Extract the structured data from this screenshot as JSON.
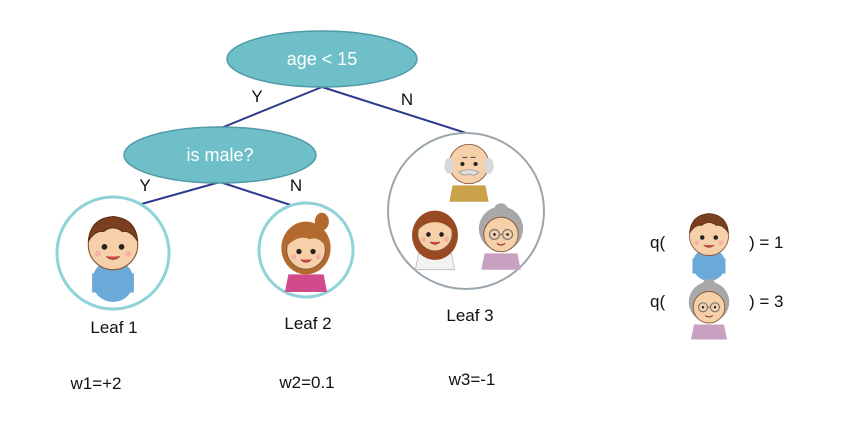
{
  "tree": {
    "root": {
      "condition": "age < 15",
      "yes_label": "Y",
      "no_label": "N"
    },
    "child": {
      "condition": "is male?",
      "yes_label": "Y",
      "no_label": "N"
    }
  },
  "leaves": [
    {
      "label": "Leaf 1",
      "weight": "w1=+2"
    },
    {
      "label": "Leaf 2",
      "weight": "w2=0.1"
    },
    {
      "label": "Leaf 3",
      "weight": "w3=-1"
    }
  ],
  "examples": [
    {
      "prefix": "q(",
      "suffix": ") = 1",
      "icon": "boy-icon"
    },
    {
      "prefix": "q(",
      "suffix": ") = 3",
      "icon": "grandma-icon"
    }
  ],
  "colors": {
    "node_fill": "#6fbfc9",
    "node_stroke": "#4f9aa6",
    "edge": "#2e3a8c",
    "leaf_circle": "#8fd3d8"
  }
}
